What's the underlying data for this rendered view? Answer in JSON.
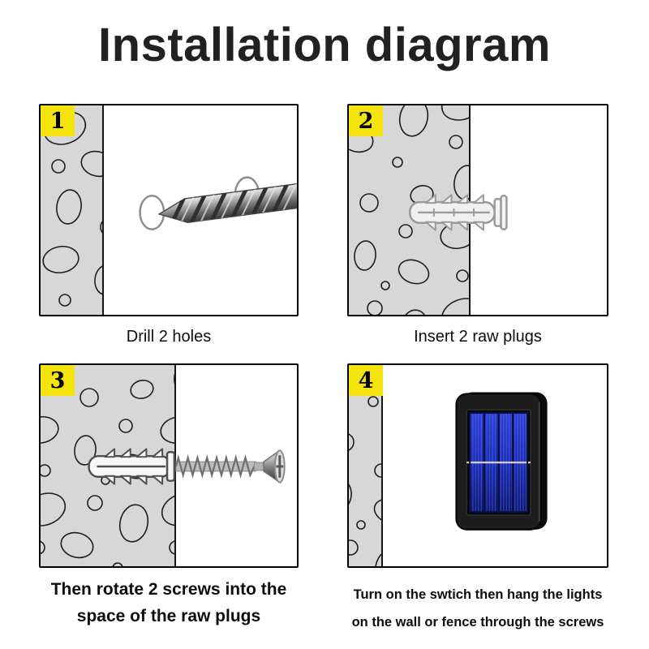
{
  "title": "Installation diagram",
  "colors": {
    "badge_yellow": "#f2e40c",
    "wall_gray": "#d7d7d7",
    "panel_border": "#000000",
    "solar_blue": "#1b2bb4",
    "device_black": "#1d1d1d"
  },
  "steps": [
    {
      "number": "1",
      "caption": "Drill 2 holes",
      "icon": "drill-bit-icon"
    },
    {
      "number": "2",
      "caption": "Insert 2 raw plugs",
      "icon": "raw-plug-icon"
    },
    {
      "number": "3",
      "caption_lines": [
        "Then rotate 2 screws into the",
        "space of the raw plugs"
      ],
      "icon": "screw-in-plug-icon"
    },
    {
      "number": "4",
      "caption_lines": [
        "Turn on the swtich then hang the lights",
        "on the wall or fence through the screws"
      ],
      "icon": "solar-light-icon"
    }
  ]
}
